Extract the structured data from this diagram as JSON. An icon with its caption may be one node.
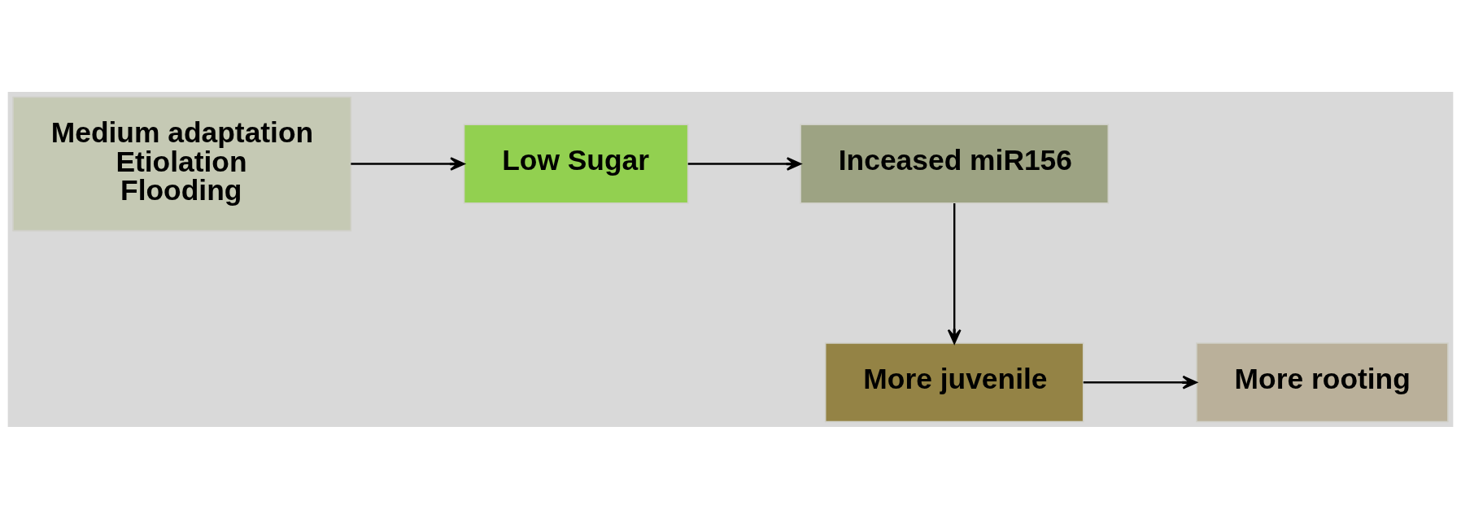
{
  "diagram": {
    "nodes": [
      {
        "text": [
          "Medium adaptation",
          "Etiolation",
          "Flooding"
        ]
      },
      {
        "text": [
          "Low Sugar"
        ]
      },
      {
        "text": [
          "Inceased miR156"
        ]
      },
      {
        "text": [
          "More juvenile"
        ]
      },
      {
        "text": [
          "More rooting"
        ]
      }
    ],
    "edges": [
      {
        "from": 0,
        "to": 1,
        "arrow": "to"
      },
      {
        "from": 1,
        "to": 2,
        "arrow": "to"
      },
      {
        "from": 2,
        "to": 3,
        "arrow": "to"
      },
      {
        "from": 3,
        "to": 4,
        "arrow": "to"
      }
    ]
  }
}
